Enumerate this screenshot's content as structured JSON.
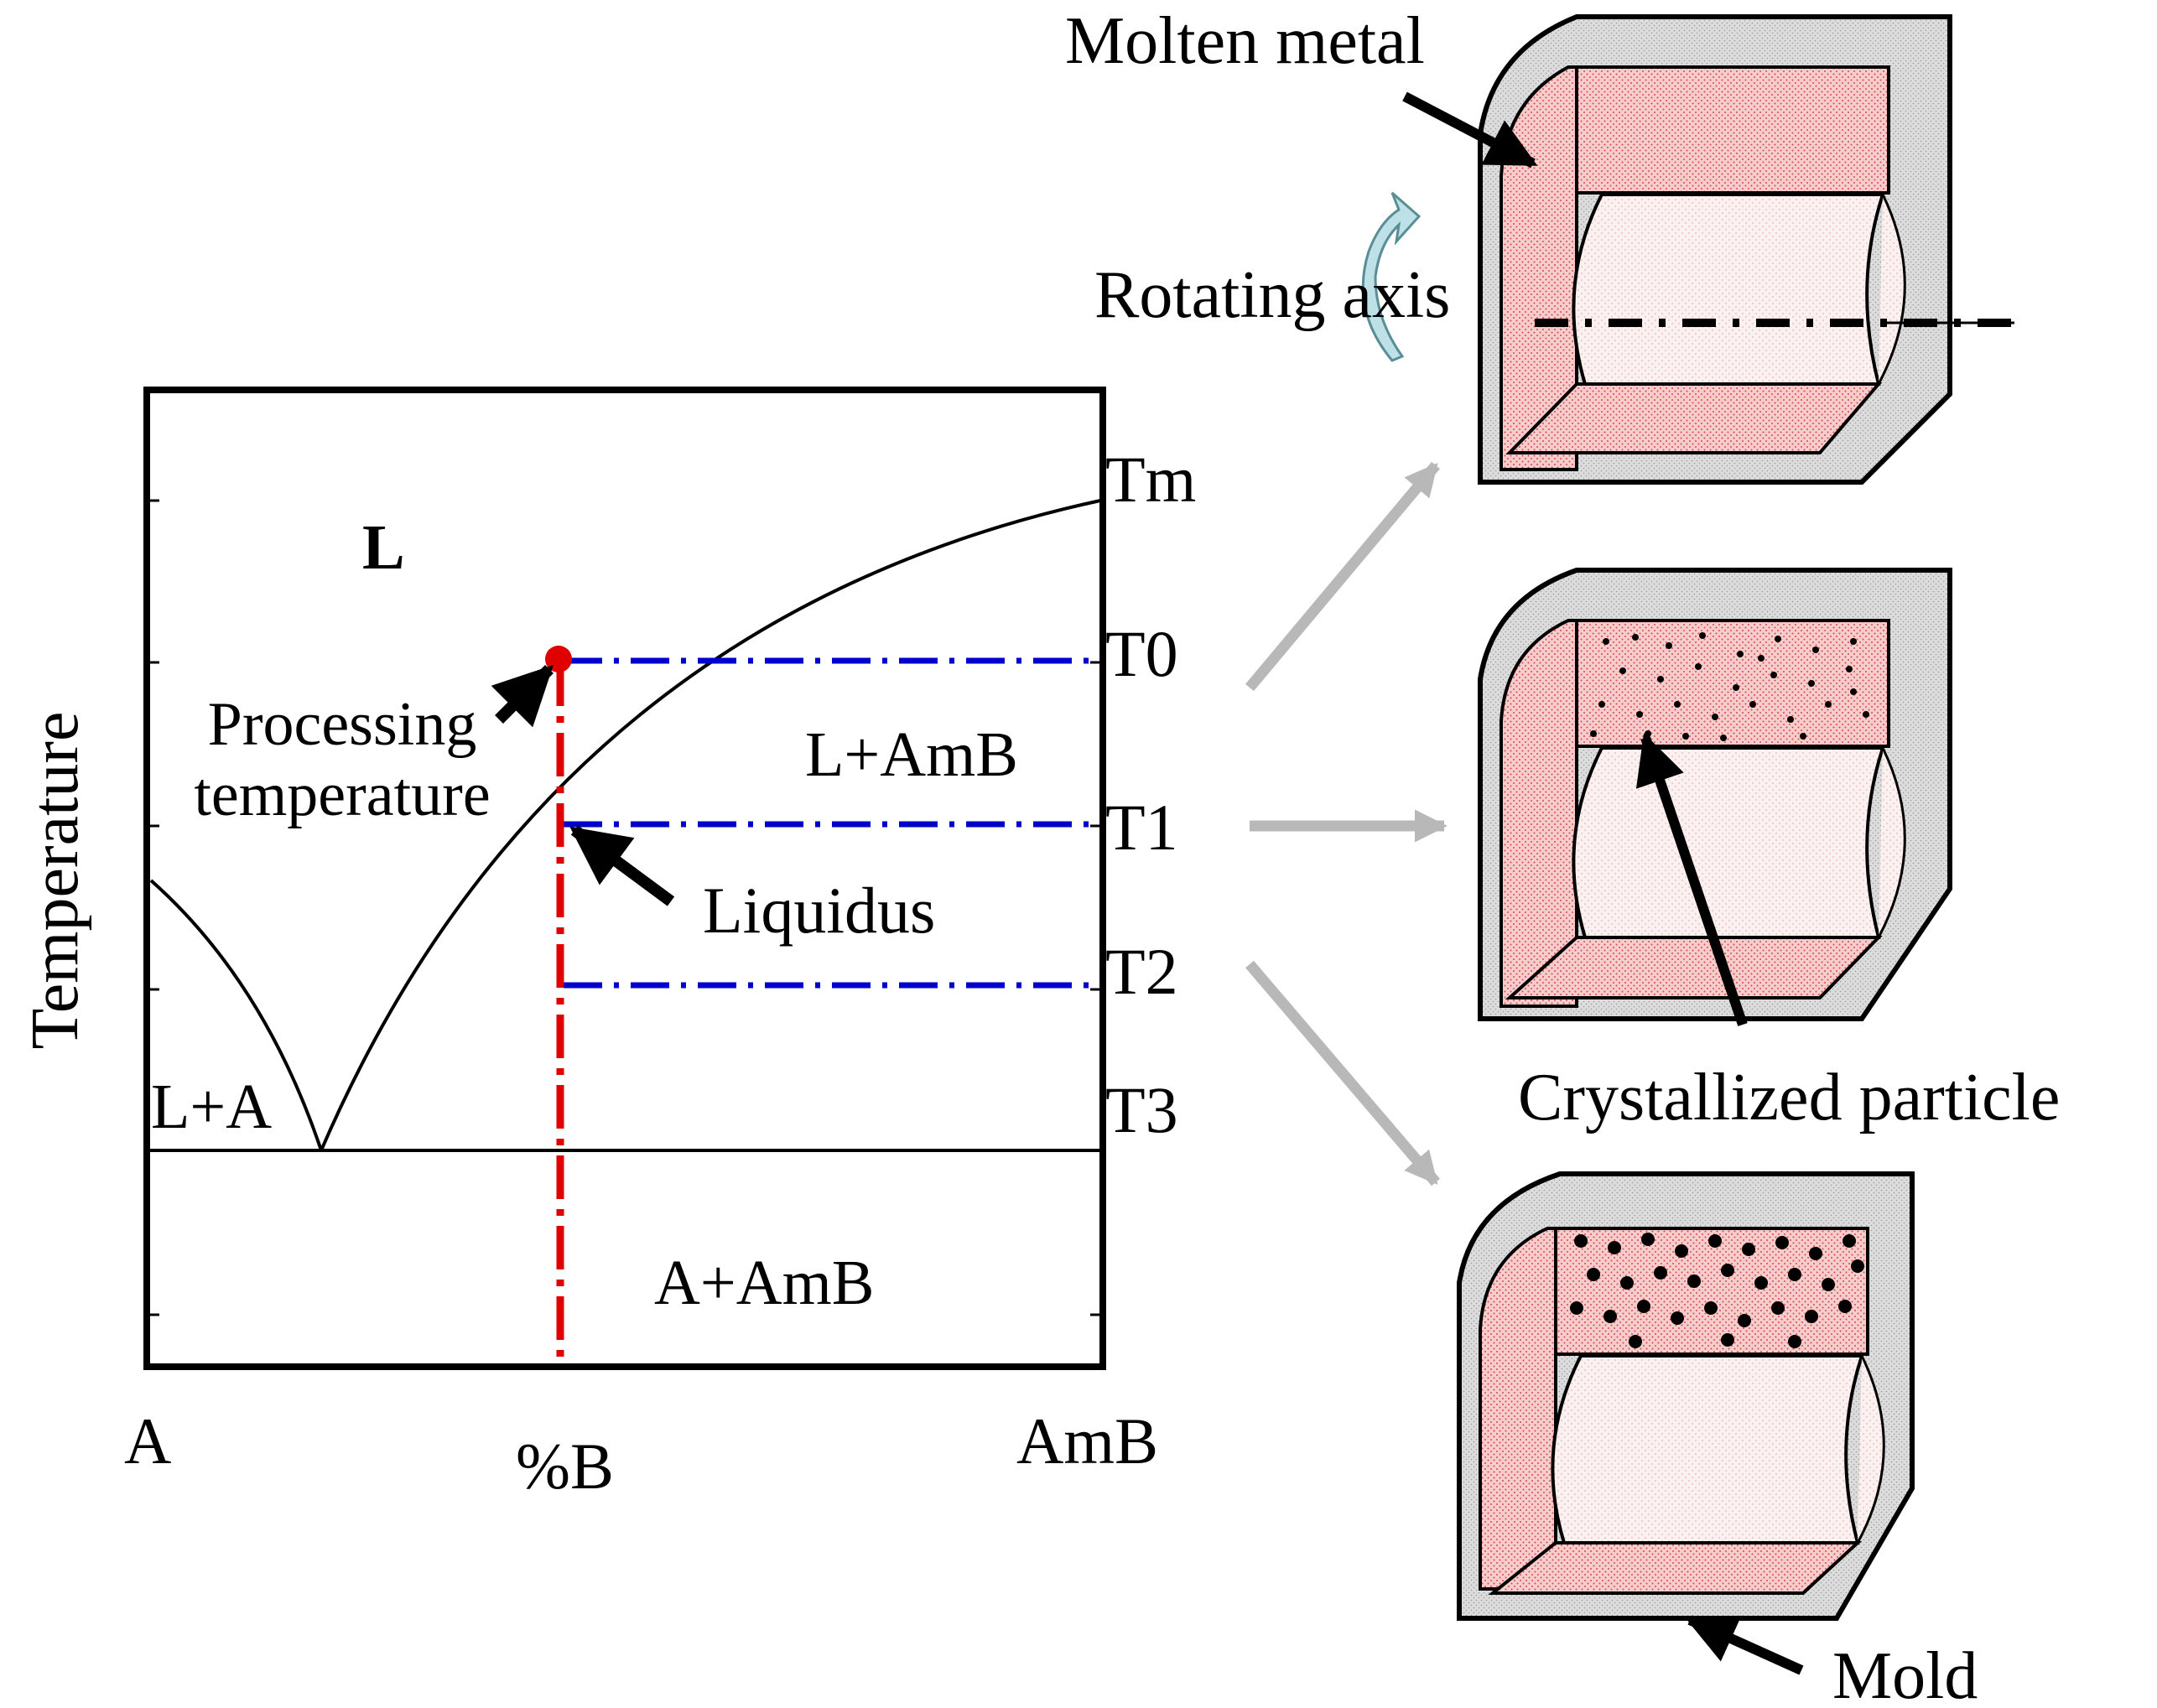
{
  "diagram": {
    "phase_diagram": {
      "y_axis_label": "Temperature",
      "x_axis_labels": {
        "left": "A",
        "middle": "%B",
        "right": "AmB"
      },
      "temperature_labels": [
        "Tm",
        "T0",
        "T1",
        "T2",
        "T3"
      ],
      "region_labels": {
        "liquid": "L",
        "liquid_plus_amb": "L+AmB",
        "liquid_plus_a": "L+A",
        "solid": "A+AmB"
      },
      "annotations": {
        "processing_line1": "Processing",
        "processing_line2": "temperature",
        "liquidus": "Liquidus"
      }
    },
    "molds": {
      "molten_metal": "Molten metal",
      "rotating_axis": "Rotating axis",
      "crystallized_particle": "Crystallized particle",
      "mold": "Mold"
    },
    "colors": {
      "melt_fill": "#f6c8c8",
      "melt_dots": "#d84a4a",
      "mold_shell": "#dcdcdc",
      "isotherm": "#0000cc",
      "composition_line": "#e00000",
      "flow_arrow": "#b8b8b8"
    }
  }
}
